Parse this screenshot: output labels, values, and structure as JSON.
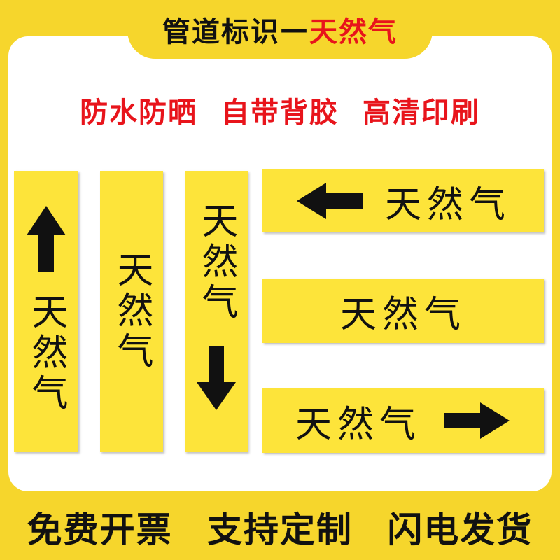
{
  "header": {
    "title_prefix": "管道标识",
    "title_dash": "—",
    "title_highlight": "天然气"
  },
  "features": [
    "防水防晒",
    "自带背胶",
    "高清印刷"
  ],
  "labels": {
    "text": "天然气",
    "items": [
      {
        "orientation": "vertical",
        "arrow": "up"
      },
      {
        "orientation": "vertical",
        "arrow": "none"
      },
      {
        "orientation": "vertical",
        "arrow": "down"
      },
      {
        "orientation": "horizontal",
        "arrow": "left"
      },
      {
        "orientation": "horizontal",
        "arrow": "none"
      },
      {
        "orientation": "horizontal",
        "arrow": "right"
      }
    ]
  },
  "footer": [
    "免费开票",
    "支持定制",
    "闪电发货"
  ],
  "colors": {
    "frame_yellow": "#f6d62c",
    "label_yellow": "#fde43a",
    "accent_red": "#e8141b",
    "text_black": "#111111"
  }
}
